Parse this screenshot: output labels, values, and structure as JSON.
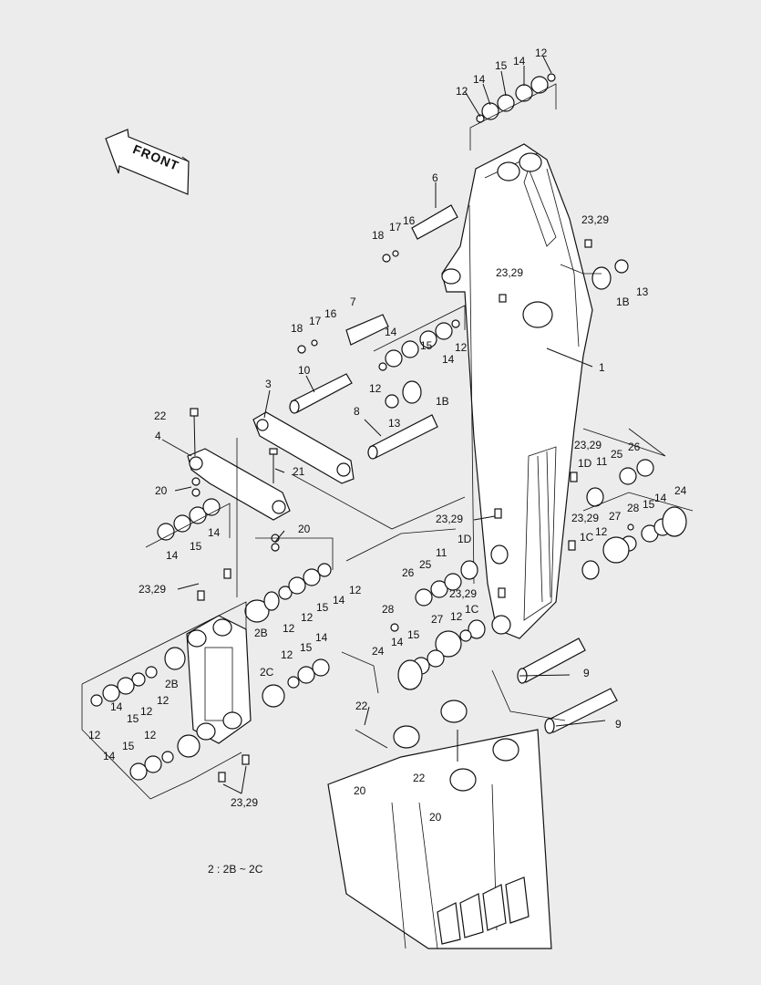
{
  "direction_label": "FRONT",
  "note": "2 : 2B ~ 2C",
  "labels": [
    {
      "t": "12"
    },
    {
      "t": "14"
    },
    {
      "t": "15"
    },
    {
      "t": "14"
    },
    {
      "t": "12"
    },
    {
      "t": "6"
    },
    {
      "t": "16"
    },
    {
      "t": "17"
    },
    {
      "t": "18"
    },
    {
      "t": "23,29"
    },
    {
      "t": "23,29"
    },
    {
      "t": "1B"
    },
    {
      "t": "13"
    },
    {
      "t": "7"
    },
    {
      "t": "16"
    },
    {
      "t": "17"
    },
    {
      "t": "18"
    },
    {
      "t": "14"
    },
    {
      "t": "12"
    },
    {
      "t": "15"
    },
    {
      "t": "14"
    },
    {
      "t": "12"
    },
    {
      "t": "10"
    },
    {
      "t": "1"
    },
    {
      "t": "1B"
    },
    {
      "t": "13"
    },
    {
      "t": "3"
    },
    {
      "t": "8"
    },
    {
      "t": "22"
    },
    {
      "t": "4"
    },
    {
      "t": "21"
    },
    {
      "t": "20"
    },
    {
      "t": "14"
    },
    {
      "t": "15"
    },
    {
      "t": "14"
    },
    {
      "t": "20"
    },
    {
      "t": "23,29"
    },
    {
      "t": "25"
    },
    {
      "t": "26"
    },
    {
      "t": "1D"
    },
    {
      "t": "11"
    },
    {
      "t": "24"
    },
    {
      "t": "14"
    },
    {
      "t": "15"
    },
    {
      "t": "28"
    },
    {
      "t": "27"
    },
    {
      "t": "12"
    },
    {
      "t": "23,29"
    },
    {
      "t": "23,29"
    },
    {
      "t": "1C"
    },
    {
      "t": "1D"
    },
    {
      "t": "11"
    },
    {
      "t": "25"
    },
    {
      "t": "26"
    },
    {
      "t": "23,29"
    },
    {
      "t": "23,29"
    },
    {
      "t": "12"
    },
    {
      "t": "14"
    },
    {
      "t": "15"
    },
    {
      "t": "12"
    },
    {
      "t": "12"
    },
    {
      "t": "2B"
    },
    {
      "t": "28"
    },
    {
      "t": "12"
    },
    {
      "t": "1C"
    },
    {
      "t": "27"
    },
    {
      "t": "15"
    },
    {
      "t": "14"
    },
    {
      "t": "24"
    },
    {
      "t": "12"
    },
    {
      "t": "15"
    },
    {
      "t": "14"
    },
    {
      "t": "2C"
    },
    {
      "t": "2B"
    },
    {
      "t": "12"
    },
    {
      "t": "12"
    },
    {
      "t": "15"
    },
    {
      "t": "14"
    },
    {
      "t": "12"
    },
    {
      "t": "12"
    },
    {
      "t": "15"
    },
    {
      "t": "14"
    },
    {
      "t": "9"
    },
    {
      "t": "9"
    },
    {
      "t": "22"
    },
    {
      "t": "22"
    },
    {
      "t": "20"
    },
    {
      "t": "20"
    },
    {
      "t": "23,29"
    }
  ]
}
